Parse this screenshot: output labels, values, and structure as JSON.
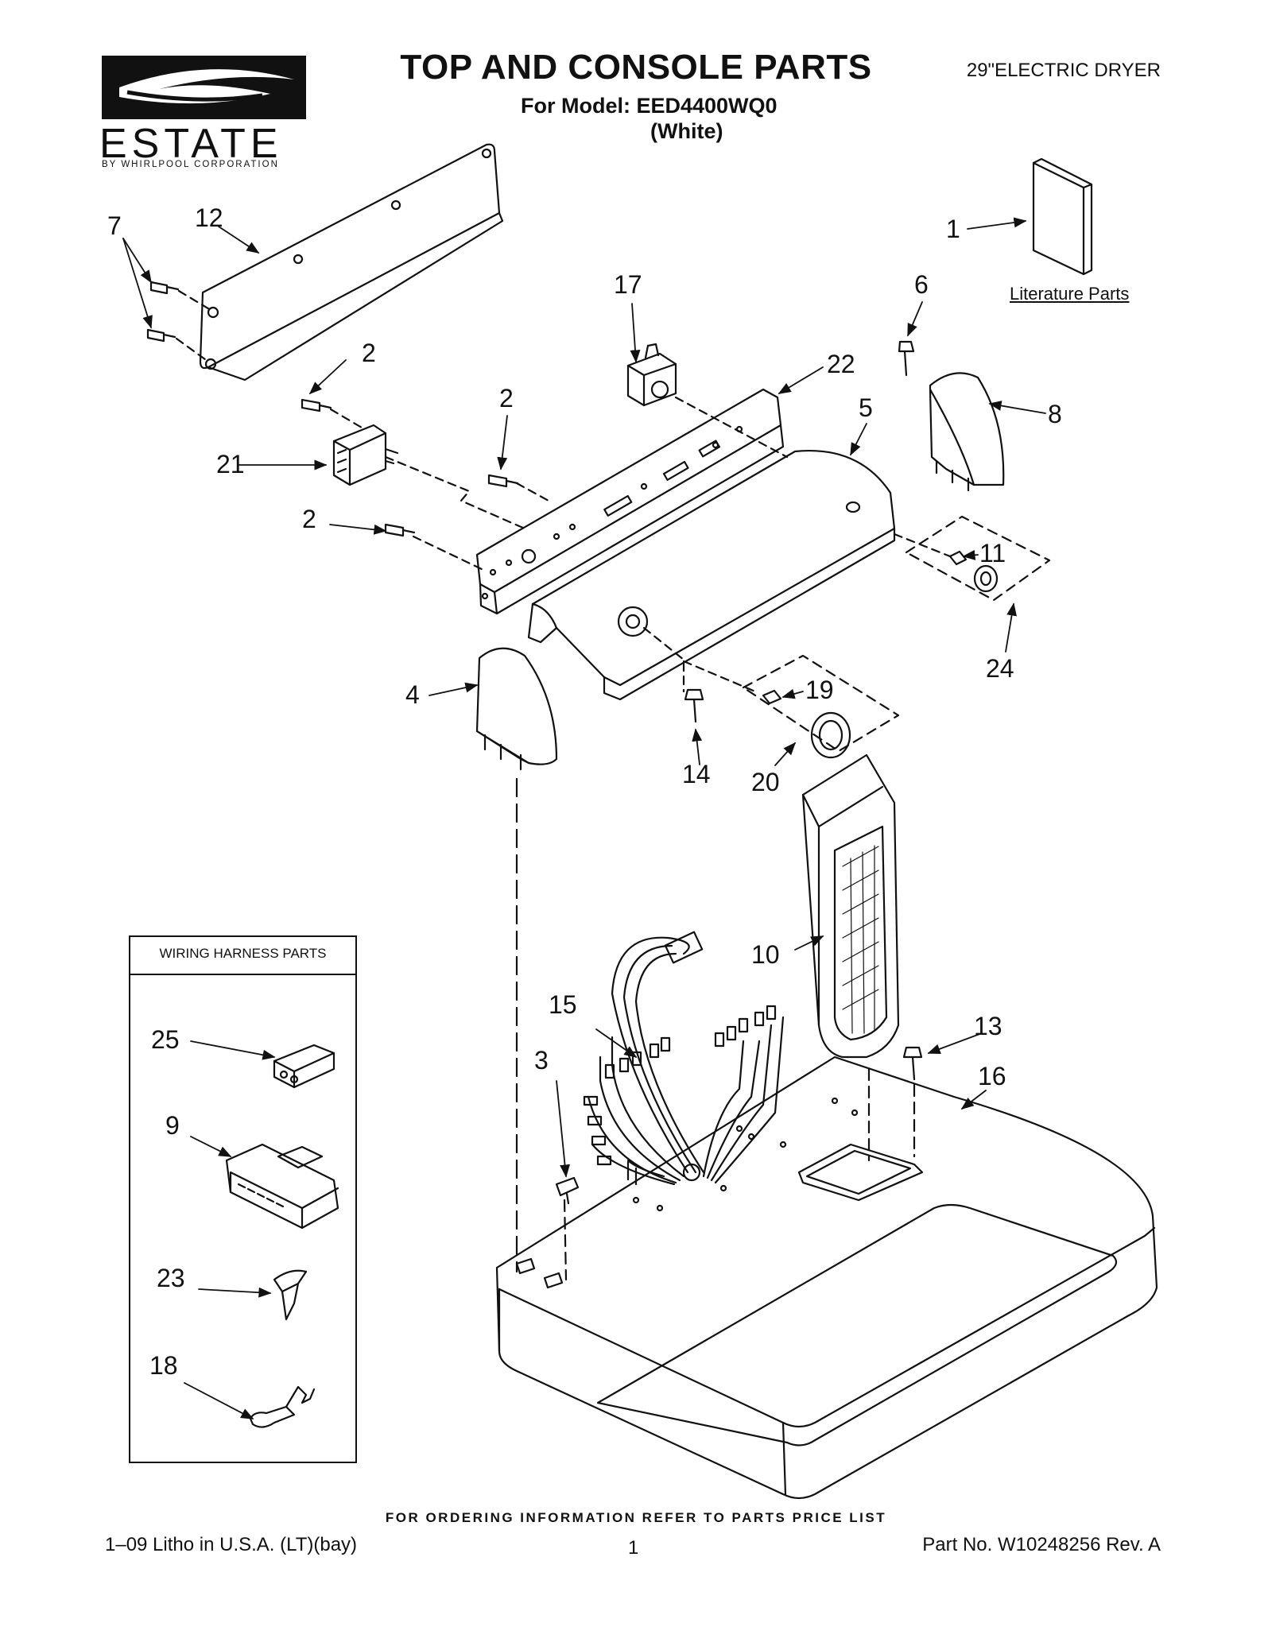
{
  "header": {
    "title": "TOP AND CONSOLE PARTS",
    "model_line": "For Model: EED4400WQ0",
    "color_line": "(White)",
    "product_type": "29\"ELECTRIC DRYER"
  },
  "logo": {
    "brand": "ESTATE",
    "tagline": "BY WHIRLPOOL CORPORATION"
  },
  "literature_label": "Literature Parts",
  "harness_box": {
    "title": "WIRING HARNESS PARTS"
  },
  "callouts": {
    "c1": "1",
    "c2a": "2",
    "c2b": "2",
    "c2c": "2",
    "c3": "3",
    "c4": "4",
    "c5": "5",
    "c6": "6",
    "c7": "7",
    "c8": "8",
    "c9": "9",
    "c10": "10",
    "c11": "11",
    "c12": "12",
    "c13": "13",
    "c14": "14",
    "c15": "15",
    "c16": "16",
    "c17": "17",
    "c18": "18",
    "c19": "19",
    "c20": "20",
    "c21": "21",
    "c22": "22",
    "c23": "23",
    "c24": "24",
    "c25": "25"
  },
  "footer": {
    "ordering": "FOR ORDERING INFORMATION REFER TO PARTS PRICE LIST",
    "litho": "1‒09 Litho in U.S.A. (LT)(bay)",
    "page": "1",
    "part_no": "Part No. W10248256 Rev. A"
  }
}
